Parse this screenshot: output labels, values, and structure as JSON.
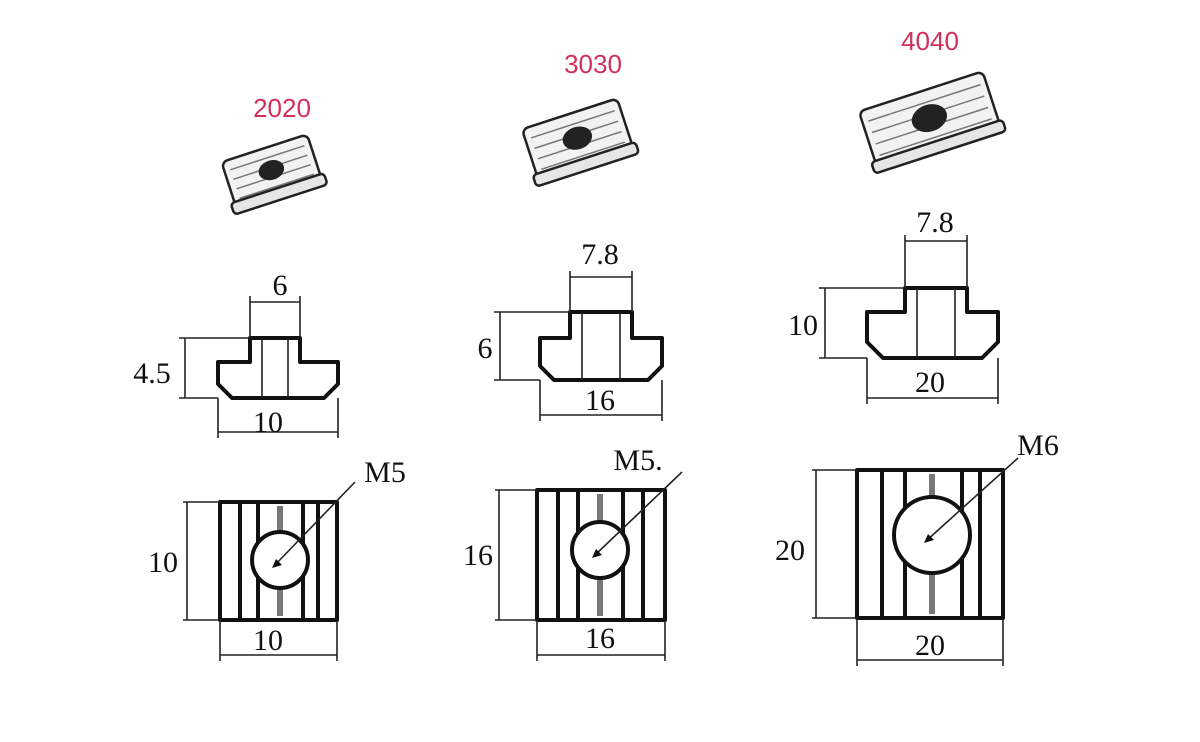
{
  "nuts": [
    {
      "label": "2020",
      "profile": {
        "stem_width": "6",
        "height": "4.5",
        "base_width": "10"
      },
      "top": {
        "thread": "M5",
        "length": "10",
        "width": "10"
      }
    },
    {
      "label": "3030",
      "profile": {
        "stem_width": "7.8",
        "height": "6",
        "base_width": "16"
      },
      "top": {
        "thread": "M5.",
        "length": "16",
        "width": "16"
      }
    },
    {
      "label": "4040",
      "profile": {
        "stem_width": "7.8",
        "height": "10",
        "base_width": "20"
      },
      "top": {
        "thread": "M6",
        "length": "20",
        "width": "20"
      }
    }
  ],
  "colors": {
    "label": "#d0305a",
    "line": "#111111"
  }
}
